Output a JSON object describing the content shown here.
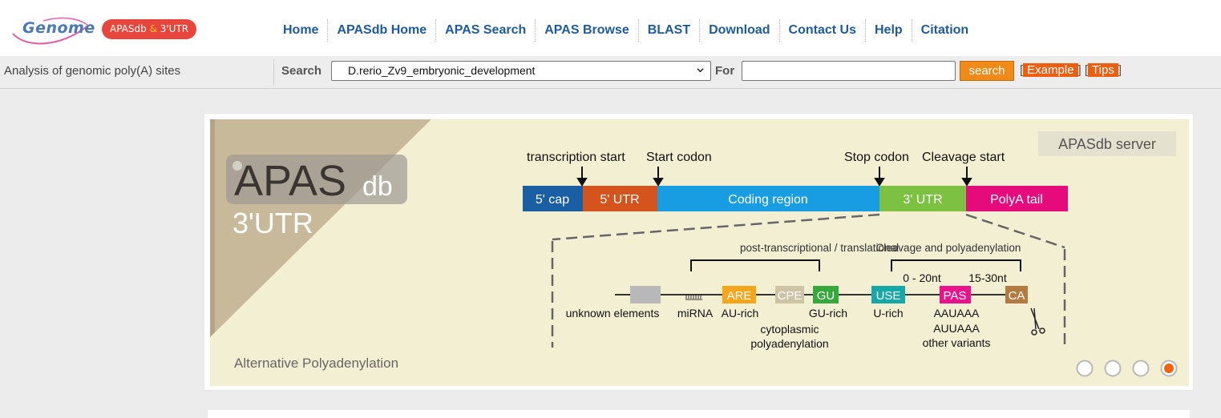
{
  "header": {
    "logo_text": "Genome",
    "badge": {
      "left": "APASdb",
      "amp": " & ",
      "right": "3'UTR"
    },
    "nav": [
      "Home",
      "APASdb Home",
      "APAS Search",
      "APAS Browse",
      "BLAST",
      "Download",
      "Contact Us",
      "Help",
      "Citation"
    ]
  },
  "search": {
    "tagline": "Analysis of genomic poly(A) sites",
    "search_label": "Search",
    "selected_dataset": "D.rerio_Zv9_embryonic_development",
    "for_label": "For",
    "query_value": "",
    "button_label": "search",
    "open_bracket": "[",
    "mid_bracket": "] [",
    "close_bracket": "]",
    "example_label": "Example",
    "tips_label": "Tips"
  },
  "banner": {
    "logo_main": "APAS",
    "logo_sub": "db",
    "logo_line2": "3'UTR",
    "caption": "Alternative Polyadenylation",
    "server_tag": "APASdb server",
    "top_labels": {
      "transcription_start": "transcription start",
      "start_codon": "Start codon",
      "stop_codon": "Stop codon",
      "cleavage_start": "Cleavage start"
    },
    "segments": [
      "5' cap",
      "5' UTR",
      "Coding region",
      "3' UTR",
      "PolyA tail"
    ],
    "group_labels": {
      "post_transcriptional": "post-transcriptional / translational",
      "cleavage_polyadenylation": "Cleavage and polyadenylation",
      "range_0_20": "0 - 20nt",
      "range_15_30": "15-30nt"
    },
    "elements": {
      "are": "ARE",
      "cpe": "CPE",
      "gu": "GU",
      "use": "USE",
      "pas": "PAS",
      "ca": "CA"
    },
    "bottom_labels": {
      "unknown": "unknown elements",
      "mirna": "miRNA",
      "au_rich": "AU-rich",
      "gu_rich": "GU-rich",
      "cyto_1": "cytoplasmic",
      "cyto_2": "polyadenylation",
      "u_rich": "U-rich",
      "pas_1": "AAUAAA",
      "pas_2": "AUUAAA",
      "pas_3": "other variants"
    },
    "slides": 4,
    "active_slide": 4
  },
  "colors": {
    "nav_text": "#1d5a9e",
    "search_button": "#f08b19",
    "link_tag": "#ed5f10",
    "banner_bg": "#f3efd3",
    "cap": "#1a5ea3",
    "utr5": "#d5541e",
    "coding": "#199de2",
    "utr3": "#7cc142",
    "polya": "#e60b7c",
    "are": "#f7a61c",
    "cpe": "#cfc3a5",
    "gu": "#37a83b",
    "use": "#16a8a6",
    "pas": "#e9148d",
    "ca": "#b47b40"
  }
}
